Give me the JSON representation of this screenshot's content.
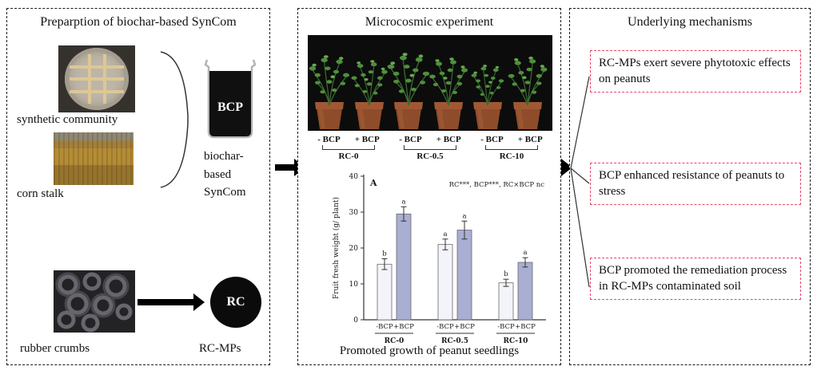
{
  "left_panel": {
    "title": "Preparption of biochar-based SynCom",
    "synthetic_community_label": "synthetic community",
    "corn_stalk_label": "corn stalk",
    "beaker_label": "BCP",
    "beaker_description": "biochar-based SynCom",
    "rubber_crumbs_label": "rubber crumbs",
    "rc_circle_label": "RC",
    "rc_mps_label": "RC-MPs"
  },
  "middle_panel": {
    "title": "Microcosmic experiment",
    "caption": "Promoted growth of peanut seedlings",
    "pot_groups": [
      {
        "minus": "- BCP",
        "plus": "+ BCP",
        "name": "RC-0"
      },
      {
        "minus": "- BCP",
        "plus": "+ BCP",
        "name": "RC-0.5"
      },
      {
        "minus": "- BCP",
        "plus": "+ BCP",
        "name": "RC-10"
      }
    ]
  },
  "right_panel": {
    "title": "Underlying mechanisms",
    "boxes": [
      {
        "text": "RC-MPs exert severe phytotoxic effects on peanuts"
      },
      {
        "text": "BCP enhanced resistance of peanuts to stress"
      },
      {
        "text": "BCP promoted the remediation process in RC-MPs contaminated soil"
      }
    ]
  },
  "chart_data": {
    "type": "bar",
    "panel_letter": "A",
    "annotation": "RC***, BCP***, RC×BCP nc",
    "ylabel": "Fruit fresh weight (g/ plant)",
    "ylim": [
      0,
      40
    ],
    "yticks": [
      0,
      10,
      20,
      30,
      40
    ],
    "categories": [
      "RC-0",
      "RC-0.5",
      "RC-10"
    ],
    "series": [
      {
        "name": "-BCP",
        "color": "#f3f3fa",
        "edge": "#6a6a6a",
        "values": [
          15.5,
          21,
          10.3
        ],
        "errors": [
          1.5,
          1.5,
          1
        ],
        "letters": [
          "b",
          "a",
          "b"
        ]
      },
      {
        "name": "+BCP",
        "color": "#a9aed3",
        "edge": "#6a6a6a",
        "values": [
          29.5,
          25,
          16
        ],
        "errors": [
          2,
          2.5,
          1.3
        ],
        "letters": [
          "a",
          "a",
          "a"
        ]
      }
    ],
    "legend_position": "none",
    "grid": false
  },
  "colors": {
    "mechanism_box_border": "#e8456b",
    "panel_border": "#1a1a1a"
  }
}
